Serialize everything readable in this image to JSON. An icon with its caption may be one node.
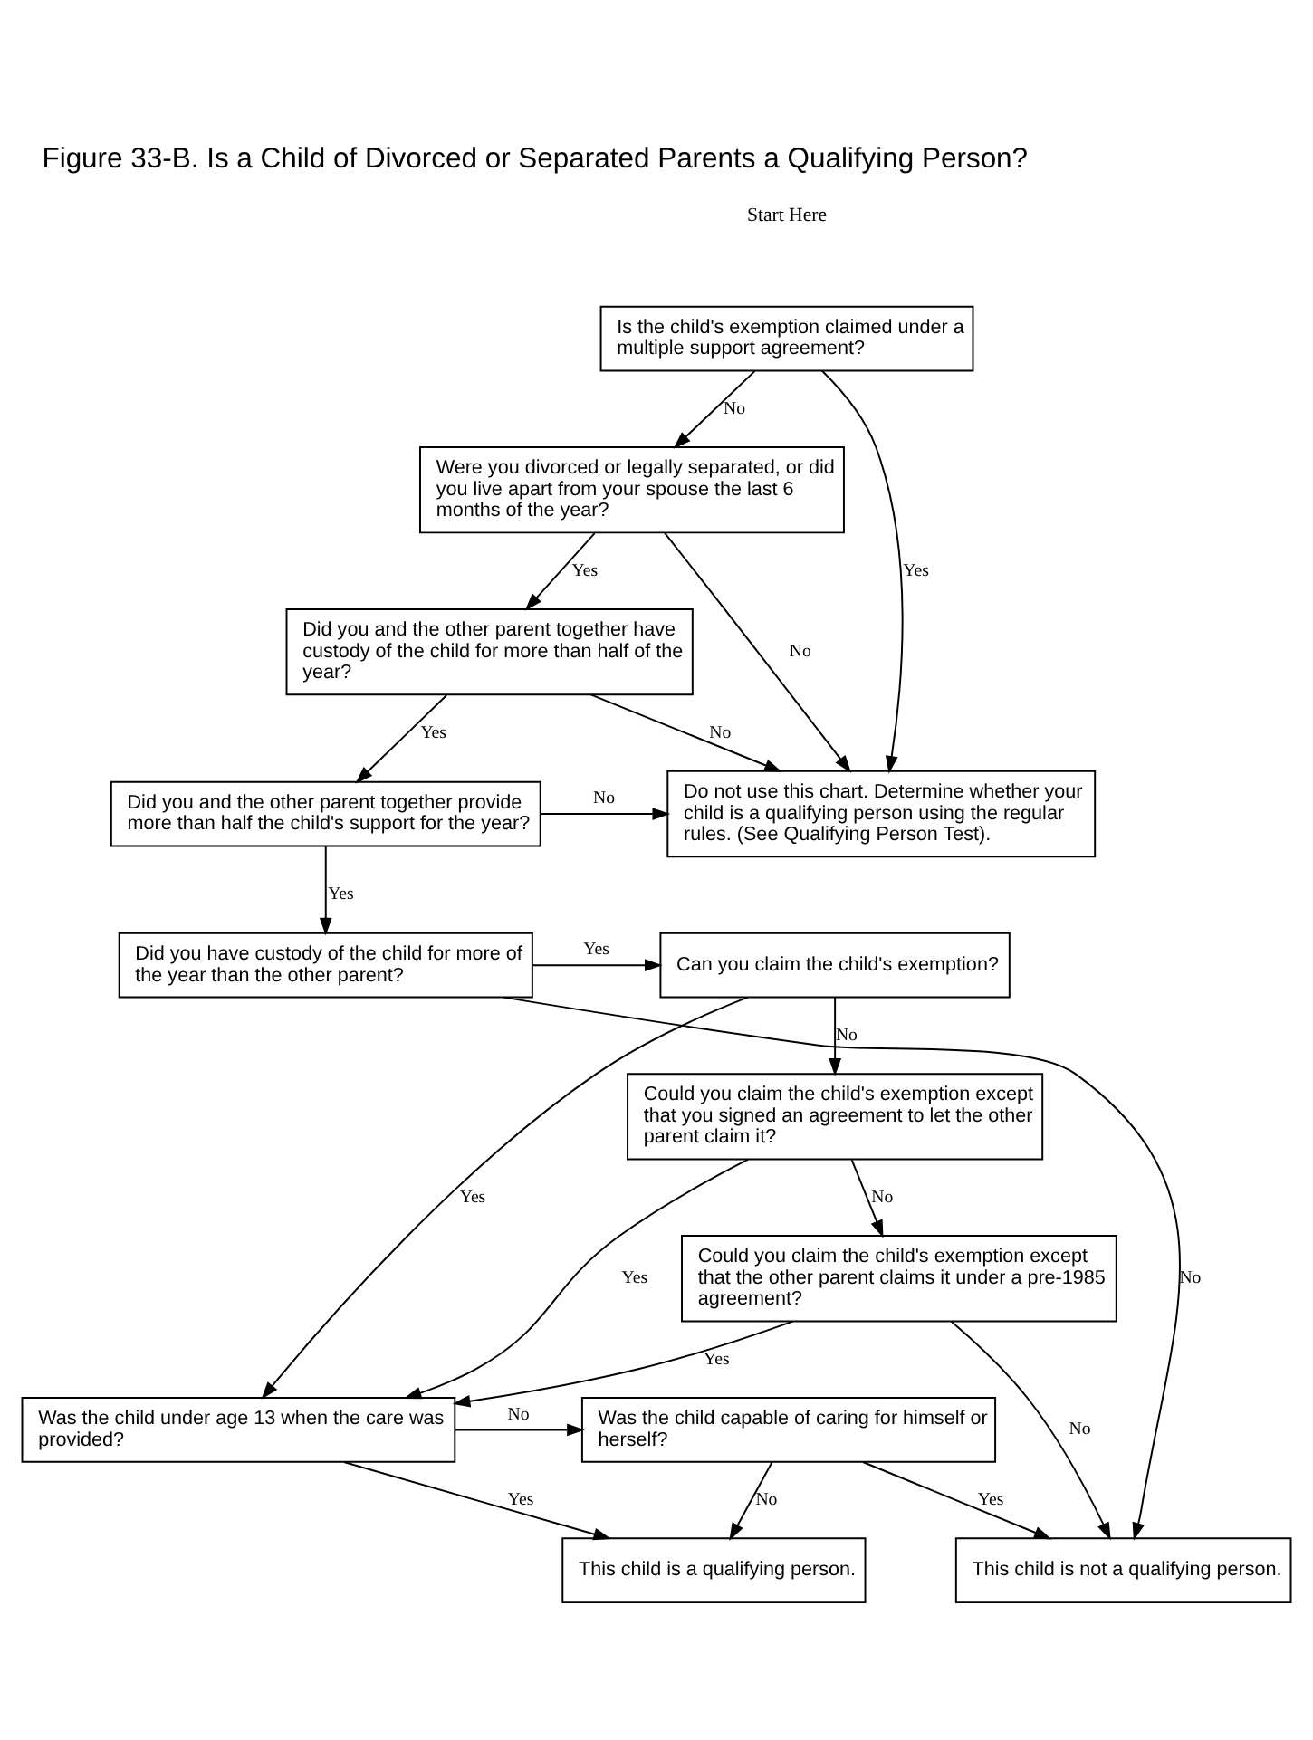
{
  "diagram": {
    "title": "Figure 33-B. Is a Child of Divorced or Separated Parents a Qualifying Person?",
    "nodes": [
      {
        "text": [
          "Is the child's exemption claimed under a multiple support agreement?"
        ]
      },
      {
        "text": [
          "Were you divorced or legally separated, or did you live apart from your spouse the last 6 months of the year?"
        ]
      },
      {
        "text": [
          "Did you and the other parent together have custody of the child for more than half of the year?"
        ]
      },
      {
        "text": [
          "Did you and the other parent together provide more than half the child's support for the year?"
        ]
      },
      {
        "text": [
          "Do not use this chart. Determine whether your child is a qualifying person using the regular rules. (See Qualifying Person Test)."
        ]
      },
      {
        "text": [
          "Did you have custody of the child for more of the year than the other parent?"
        ]
      },
      {
        "text": [
          "Can you claim the child's exemption?"
        ]
      },
      {
        "text": [
          "Could you claim the child's exemption except that you signed an agreement to let the other parent claim it?"
        ]
      },
      {
        "text": [
          "Could you claim the child's exemption except that the other parent claims it under a pre-1985 agreement?"
        ]
      },
      {
        "text": [
          "Was the child capable of caring for himself or herself?"
        ]
      },
      {
        "text": [
          "Was the child under age 13 when the care was provided?"
        ]
      },
      {
        "text": [
          "This child is a qualifying person."
        ]
      },
      {
        "text": [
          "This child is not a qualifying person."
        ]
      }
    ],
    "edges": [
      {
        "from": 0,
        "to": 4,
        "arrow": "to",
        "label": "Yes"
      },
      {
        "from": 0,
        "to": 1,
        "arrow": "to",
        "label": "No"
      },
      {
        "from": 1,
        "to": 4,
        "arrow": "to",
        "label": "No"
      },
      {
        "from": 1,
        "to": 2,
        "arrow": "to",
        "label": "Yes"
      },
      {
        "from": 2,
        "to": 4,
        "arrow": "to",
        "label": "No"
      },
      {
        "from": 2,
        "to": 3,
        "arrow": "to",
        "label": "Yes"
      },
      {
        "from": 3,
        "to": 4,
        "arrow": "to",
        "label": "No"
      },
      {
        "from": 3,
        "to": 5,
        "arrow": "to",
        "label": "Yes"
      },
      {
        "from": 5,
        "to": 6,
        "arrow": "to",
        "label": "Yes"
      },
      {
        "from": 5,
        "to": 12,
        "arrow": "to",
        "label": "No"
      },
      {
        "from": 6,
        "to": 7,
        "arrow": "to",
        "label": "No"
      },
      {
        "from": 6,
        "to": 10,
        "arrow": "to",
        "label": "Yes"
      },
      {
        "from": 7,
        "to": 10,
        "arrow": "to",
        "label": "Yes"
      },
      {
        "from": 7,
        "to": 8,
        "arrow": "to",
        "label": "No"
      },
      {
        "from": 8,
        "to": 12,
        "arrow": "to",
        "label": "No"
      },
      {
        "from": 8,
        "to": 10,
        "arrow": "to",
        "label": "Yes"
      },
      {
        "from": 10,
        "to": 9,
        "arrow": "to",
        "label": "No"
      },
      {
        "from": 10,
        "to": 11,
        "arrow": "to",
        "label": "Yes"
      },
      {
        "from": 9,
        "to": 12,
        "arrow": "to",
        "label": "Yes"
      },
      {
        "from": 9,
        "to": 11,
        "arrow": "to",
        "label": "No"
      }
    ],
    "labels": [
      "Start Here"
    ]
  }
}
